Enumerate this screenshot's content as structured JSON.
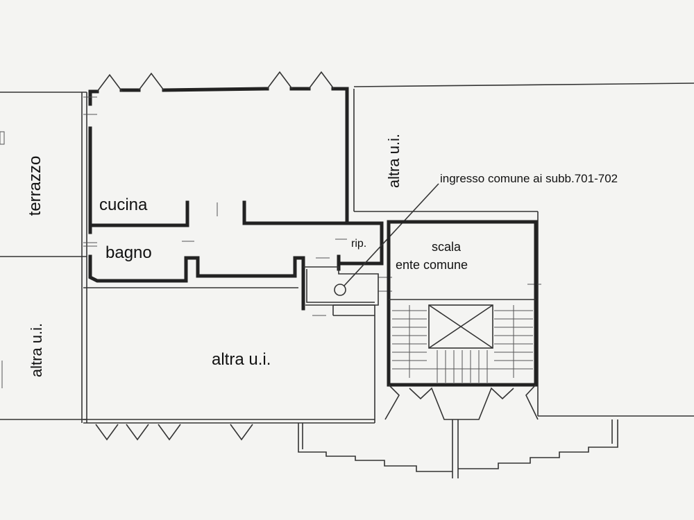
{
  "labels": {
    "terrazzo": "terrazzo",
    "cucina": "cucina",
    "bagno": "bagno",
    "rip": "rip.",
    "scala_line1": "scala",
    "scala_line2": "ente comune",
    "ingresso": "ingresso comune ai subb.701-702",
    "altra_ui_top_right": "altra u.i.",
    "altra_ui_left": "altra u.i.",
    "altra_ui_center": "altra u.i."
  }
}
